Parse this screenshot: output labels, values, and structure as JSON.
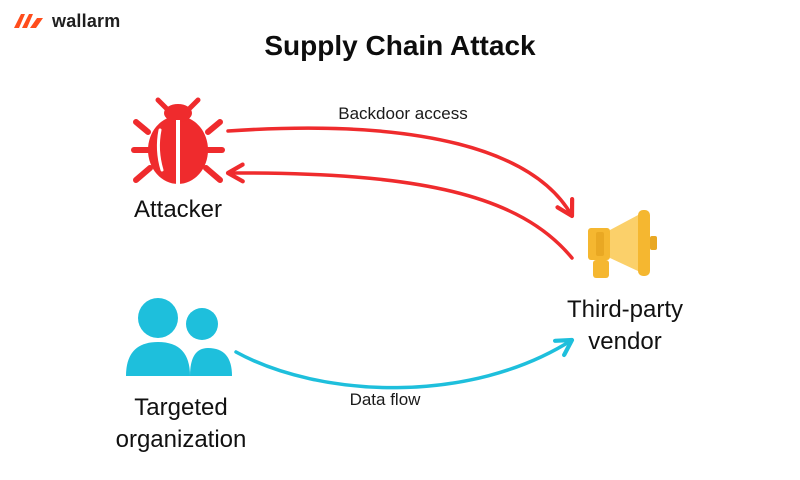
{
  "brand": {
    "name": "wallarm",
    "color": "#ff4d1c"
  },
  "title": "Supply Chain Attack",
  "nodes": {
    "attacker": {
      "label": "Attacker",
      "icon": "bug-icon",
      "color": "#ef2b2d"
    },
    "vendor": {
      "label": "Third-party\nvendor",
      "icon": "megaphone-icon",
      "colors": [
        "#f5b730",
        "#fbd06a"
      ]
    },
    "organization": {
      "label": "Targeted\norganization",
      "icon": "users-icon",
      "color": "#1ebfdc"
    }
  },
  "edges": {
    "backdoor": {
      "label": "Backdoor access",
      "color": "#ef2b2d"
    },
    "data_flow": {
      "label": "Data flow",
      "color": "#1ebfdc"
    }
  }
}
